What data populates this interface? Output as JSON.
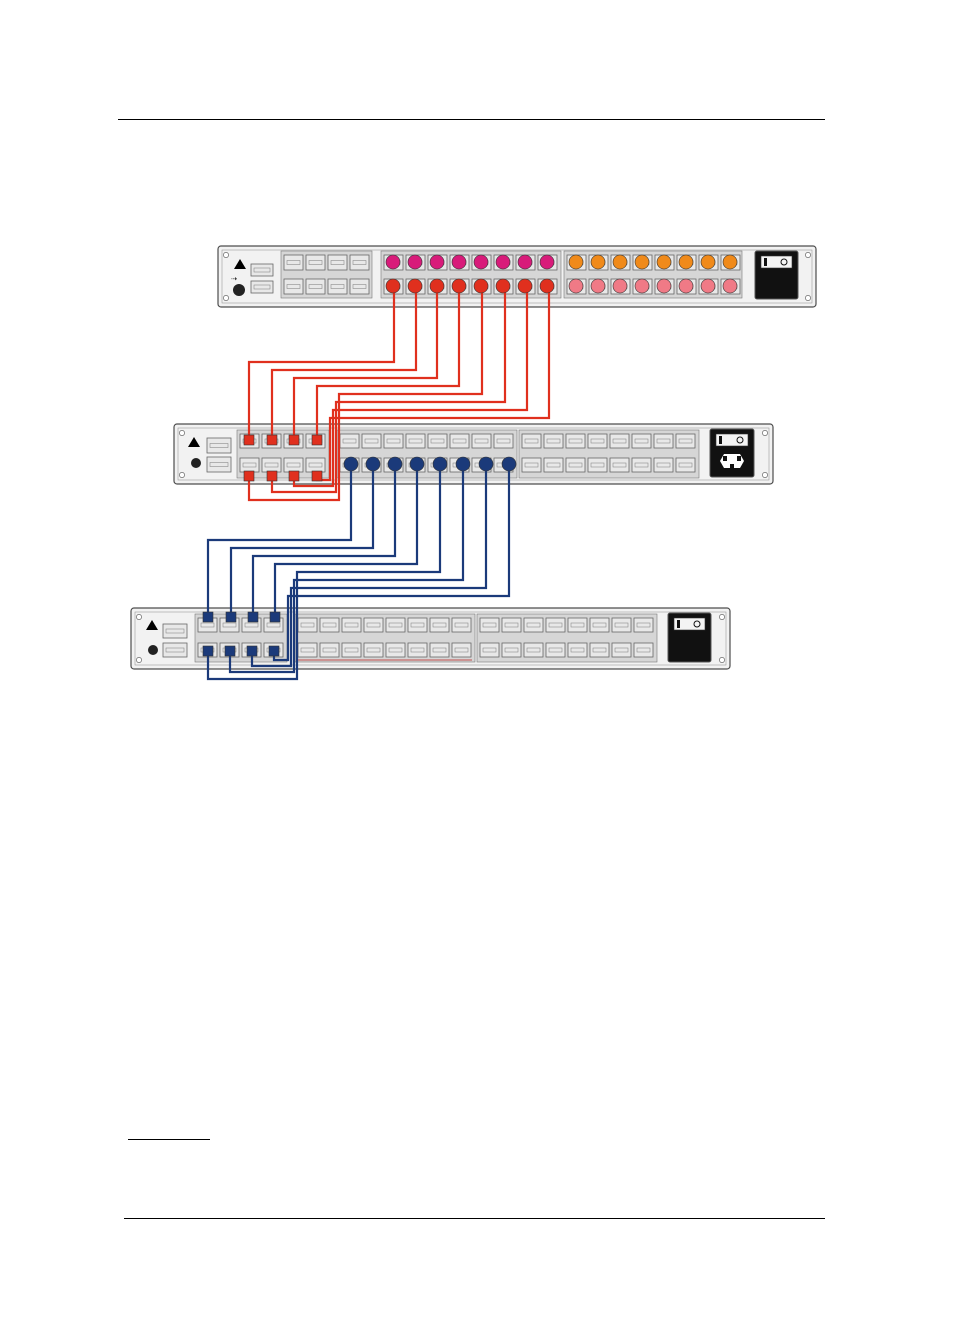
{
  "colors": {
    "page": "#ffffff",
    "chassis_fill": "#f2f2f2",
    "chassis_stroke": "#4d4d4d",
    "port_fill": "#e8e8e8",
    "port_stroke": "#666666",
    "port_group_fill": "#d6d6d6",
    "cable_red": "#e0301e",
    "cable_blue": "#1b3a7a",
    "port_magenta": "#d81b7a",
    "port_orange": "#f08a1a",
    "port_pink": "#f07a86",
    "power_black": "#111111"
  },
  "devices": [
    {
      "name": "switch-top",
      "role": "top-unit",
      "power": "switch-only"
    },
    {
      "name": "switch-middle",
      "role": "middle-unit",
      "power": "switch-and-inlet"
    },
    {
      "name": "switch-bottom",
      "role": "bottom-unit",
      "power": "switch-only"
    }
  ],
  "cables": {
    "red_count": 8,
    "blue_count": 8
  }
}
